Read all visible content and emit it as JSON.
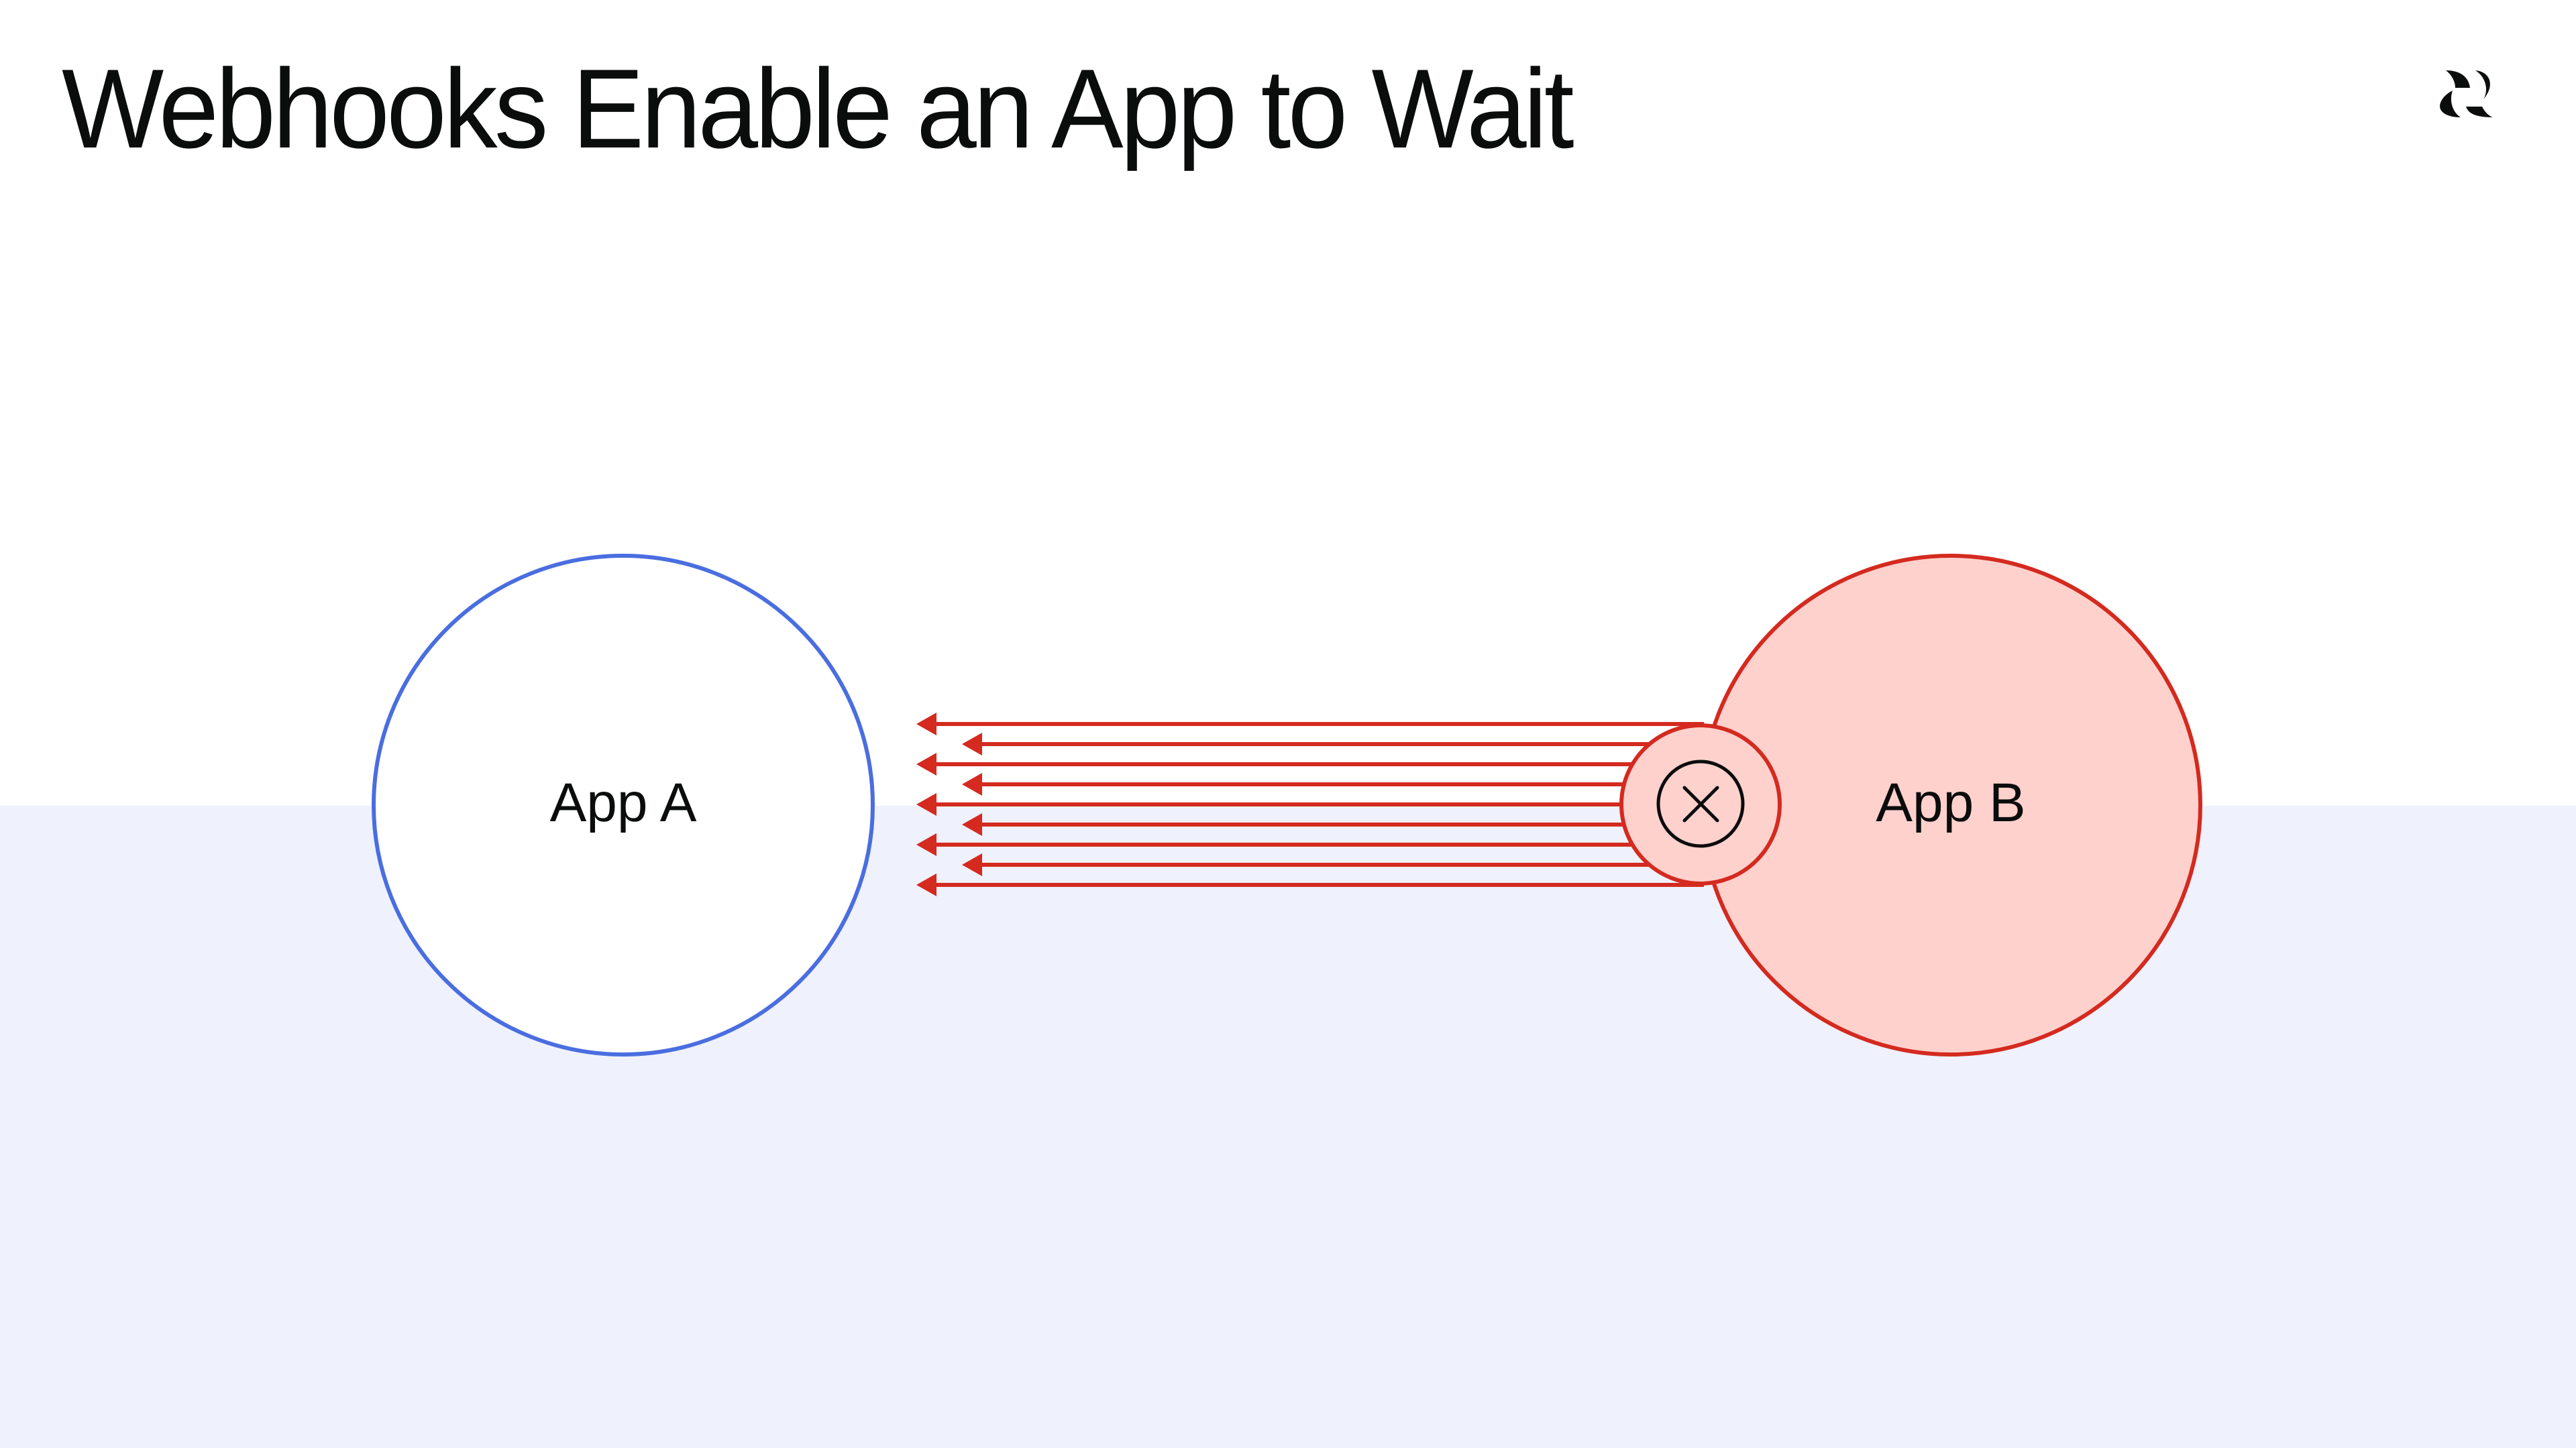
{
  "slide": {
    "title": "Webhooks Enable an App to Wait",
    "logo": "brand-logo-icon"
  },
  "diagram": {
    "app_a": {
      "label": "App A",
      "stroke": "#4a6ee0",
      "fill": "#ffffff"
    },
    "app_b": {
      "label": "App B",
      "stroke": "#d42a1f",
      "fill": "#fed1cd"
    },
    "blocker": {
      "icon": "x-circle-icon",
      "stroke": "#d42a1f",
      "fill": "#fed1cd"
    },
    "arrows": {
      "count": 9,
      "direction": "App B to App A",
      "color": "#d42a1f"
    },
    "colors": {
      "background_band": "#eff1fd",
      "text": "#0b0c0c"
    }
  }
}
